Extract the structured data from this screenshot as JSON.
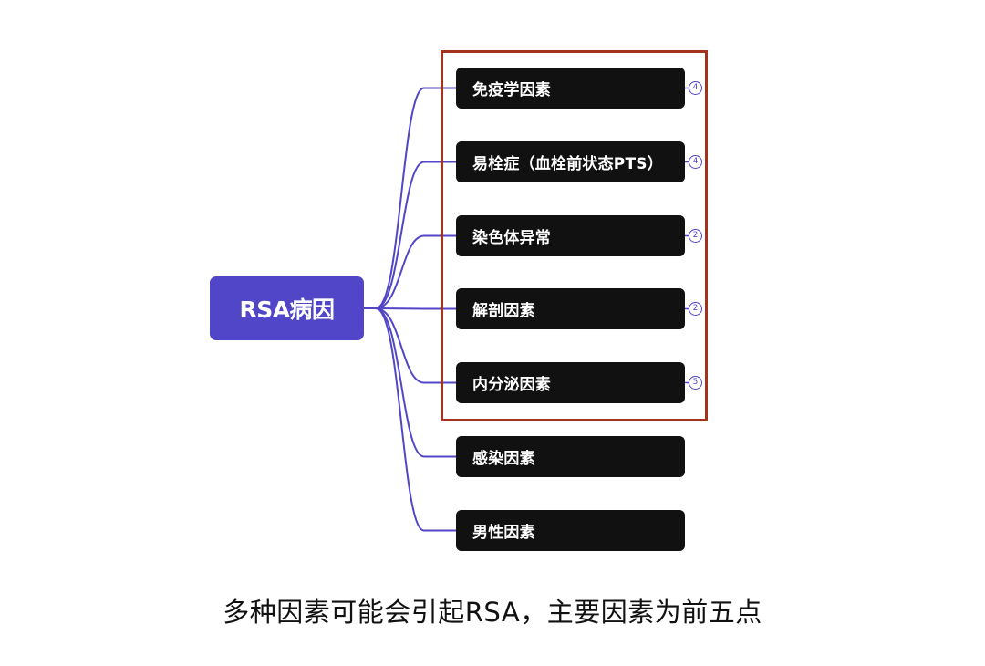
{
  "root": {
    "label": "RSA病因"
  },
  "children": [
    {
      "label": "免疫学因素",
      "count": "4"
    },
    {
      "label": "易栓症（血栓前状态PTS）",
      "count": "4"
    },
    {
      "label": "染色体异常",
      "count": "2"
    },
    {
      "label": "解剖因素",
      "count": "2"
    },
    {
      "label": "内分泌因素",
      "count": "5"
    },
    {
      "label": "感染因素",
      "count": null
    },
    {
      "label": "男性因素",
      "count": null
    }
  ],
  "caption": "多种因素可能会引起RSA，主要因素为前五点",
  "colors": {
    "root_fill": "#5146c7",
    "node_fill": "#111111",
    "connector": "#5146c7",
    "highlight_border": "#a3321f",
    "text_light": "#ffffff",
    "caption_text": "#111111"
  }
}
